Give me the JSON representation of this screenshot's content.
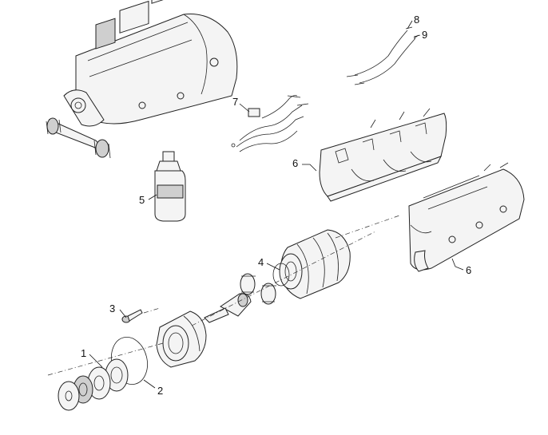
{
  "callouts": [
    {
      "id": "c1",
      "label": "1"
    },
    {
      "id": "c2",
      "label": "2"
    },
    {
      "id": "c3",
      "label": "3"
    },
    {
      "id": "c4",
      "label": "4"
    },
    {
      "id": "c5",
      "label": "5"
    },
    {
      "id": "c6a",
      "label": "6"
    },
    {
      "id": "c6b",
      "label": "6"
    },
    {
      "id": "c7",
      "label": "7"
    },
    {
      "id": "c8",
      "label": "8"
    },
    {
      "id": "c9",
      "label": "9"
    }
  ]
}
